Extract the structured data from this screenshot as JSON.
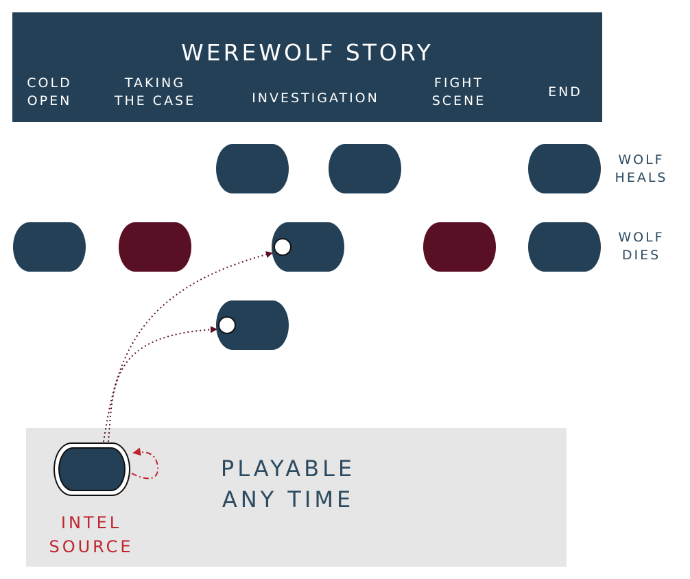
{
  "title": "WEREWOLF STORY",
  "columns": [
    {
      "id": "cold-open",
      "label": "COLD\nOPEN"
    },
    {
      "id": "taking-the-case",
      "label": "TAKING\nTHE CASE"
    },
    {
      "id": "investigation",
      "label": "INVESTIGATION"
    },
    {
      "id": "fight-scene",
      "label": "FIGHT\nSCENE"
    },
    {
      "id": "end",
      "label": "END"
    }
  ],
  "rows": [
    {
      "id": "wolf-heals",
      "label": "WOLF\nHEALS"
    },
    {
      "id": "wolf-dies",
      "label": "WOLF\nDIES"
    }
  ],
  "nodes": [
    {
      "id": "investigation-heals-1",
      "color": "#244056"
    },
    {
      "id": "investigation-heals-2",
      "color": "#244056"
    },
    {
      "id": "end-heals",
      "color": "#244056"
    },
    {
      "id": "cold-open-dies",
      "color": "#244056"
    },
    {
      "id": "taking-case-dies",
      "color": "#5a1024"
    },
    {
      "id": "investigation-dies",
      "color": "#244056",
      "entry_point": true
    },
    {
      "id": "fight-scene-dies",
      "color": "#5a1024"
    },
    {
      "id": "end-dies",
      "color": "#244056"
    },
    {
      "id": "investigation-extra",
      "color": "#244056",
      "entry_point": true
    }
  ],
  "playable_any_time": {
    "label": "PLAYABLE\nANY TIME",
    "node": {
      "label": "INTEL\nSOURCE",
      "color": "#244056"
    }
  },
  "colors": {
    "navy": "#244056",
    "maroon": "#5a1024",
    "intel_red": "#c0242f",
    "panel_gray": "#e6e6e6",
    "arrow": "#5a1024"
  }
}
